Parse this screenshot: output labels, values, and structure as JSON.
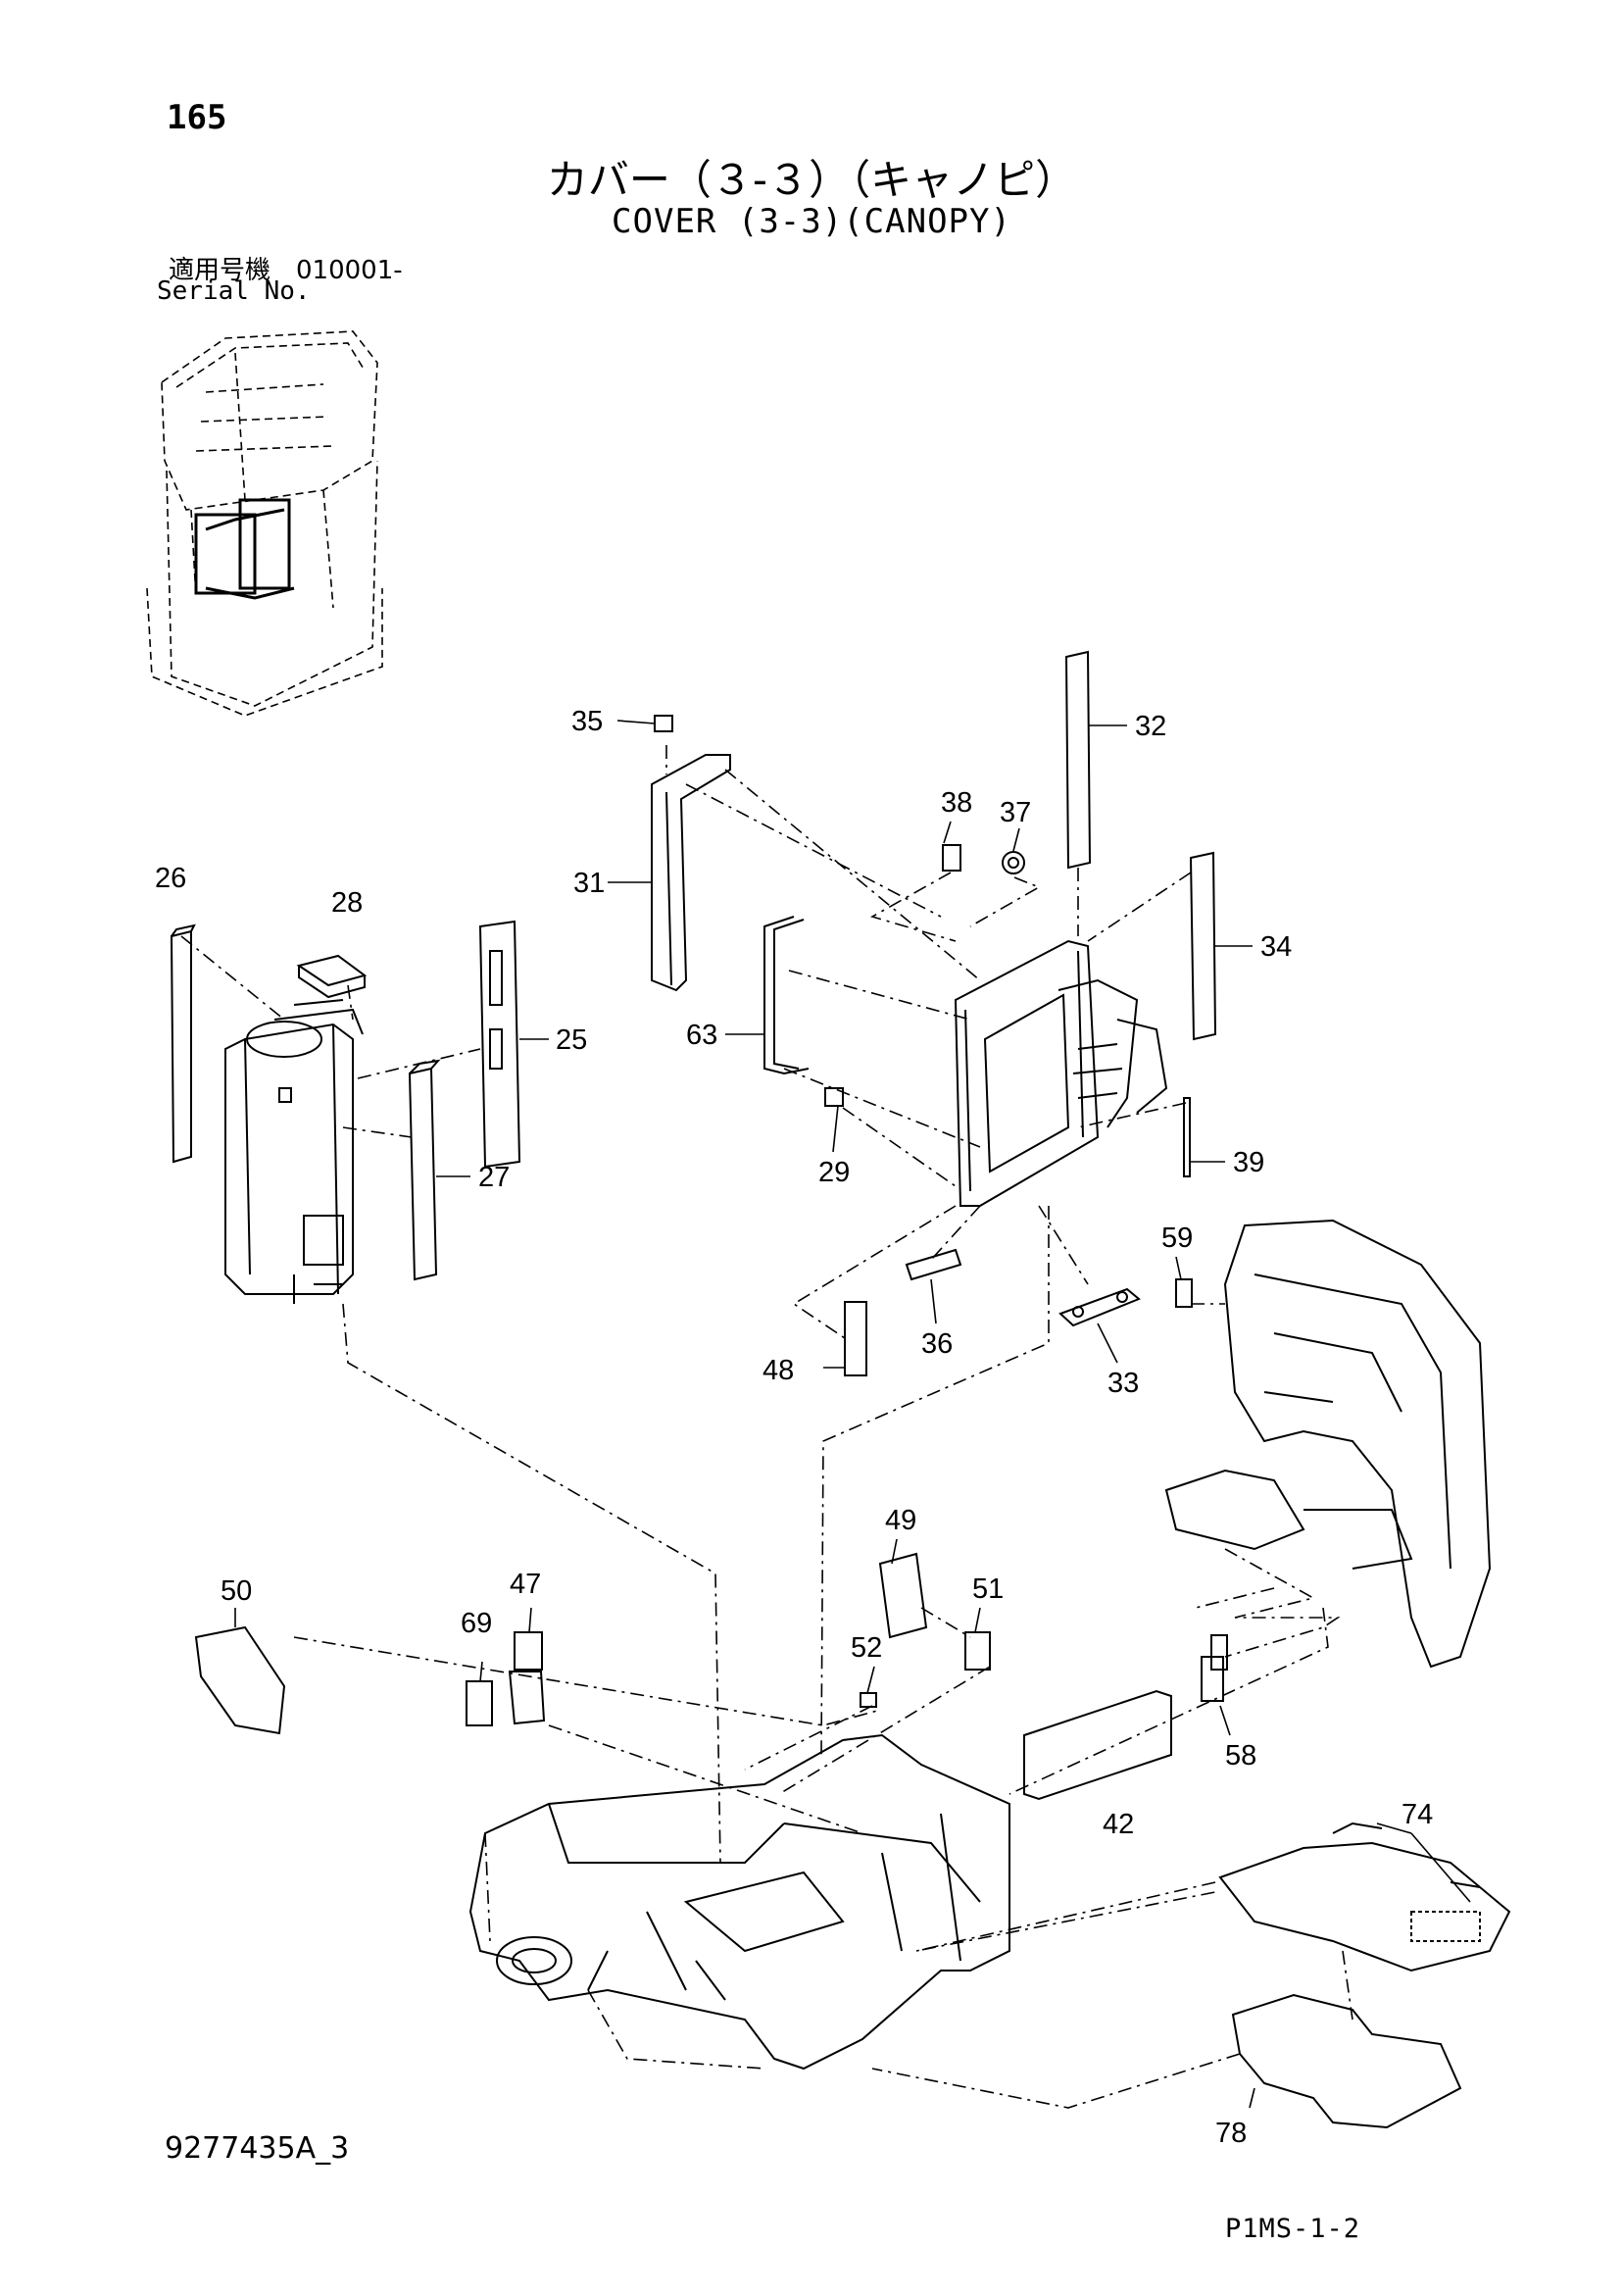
{
  "header": {
    "page_number": "165",
    "title_jp": "カバー（３-３）（キャノピ）",
    "title_en": "COVER (3-3)(CANOPY)",
    "serial_label_jp": "適用号機　010001-",
    "serial_label_en": "Serial No."
  },
  "callouts": [
    {
      "id": "26",
      "label": "26"
    },
    {
      "id": "28",
      "label": "28"
    },
    {
      "id": "25",
      "label": "25"
    },
    {
      "id": "27",
      "label": "27"
    },
    {
      "id": "35",
      "label": "35"
    },
    {
      "id": "31",
      "label": "31"
    },
    {
      "id": "38",
      "label": "38"
    },
    {
      "id": "37",
      "label": "37"
    },
    {
      "id": "32",
      "label": "32"
    },
    {
      "id": "34",
      "label": "34"
    },
    {
      "id": "63",
      "label": "63"
    },
    {
      "id": "29",
      "label": "29"
    },
    {
      "id": "39",
      "label": "39"
    },
    {
      "id": "59",
      "label": "59"
    },
    {
      "id": "36",
      "label": "36"
    },
    {
      "id": "33",
      "label": "33"
    },
    {
      "id": "48",
      "label": "48"
    },
    {
      "id": "49",
      "label": "49"
    },
    {
      "id": "51",
      "label": "51"
    },
    {
      "id": "52",
      "label": "52"
    },
    {
      "id": "50",
      "label": "50"
    },
    {
      "id": "47",
      "label": "47"
    },
    {
      "id": "69",
      "label": "69"
    },
    {
      "id": "58",
      "label": "58"
    },
    {
      "id": "42",
      "label": "42"
    },
    {
      "id": "74",
      "label": "74"
    },
    {
      "id": "78",
      "label": "78"
    }
  ],
  "footer": {
    "drawing_code": "9277435A_3",
    "reference": "P1MS-1-2"
  }
}
